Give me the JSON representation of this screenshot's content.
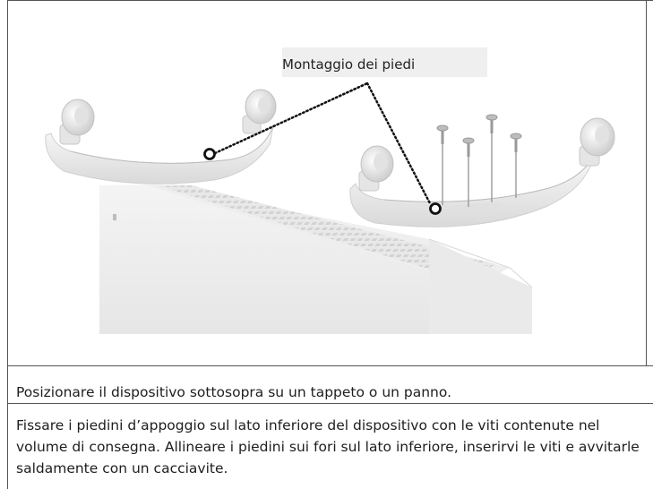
{
  "figure": {
    "callout_label": "Montaggio dei piedi",
    "callout_box_color": "#efefef",
    "leader_line_color": "#111111"
  },
  "steps": [
    "Posizionare il dispositivo sottosopra su un tappeto o un panno.",
    "Fissare i piedini d’appoggio sul lato inferiore del dispositivo con le viti contenute nel volume di consegna. Allineare i piedini sui fori sul lato inferiore, inserirvi le viti e avvitarle saldamente con un cacciavite."
  ]
}
